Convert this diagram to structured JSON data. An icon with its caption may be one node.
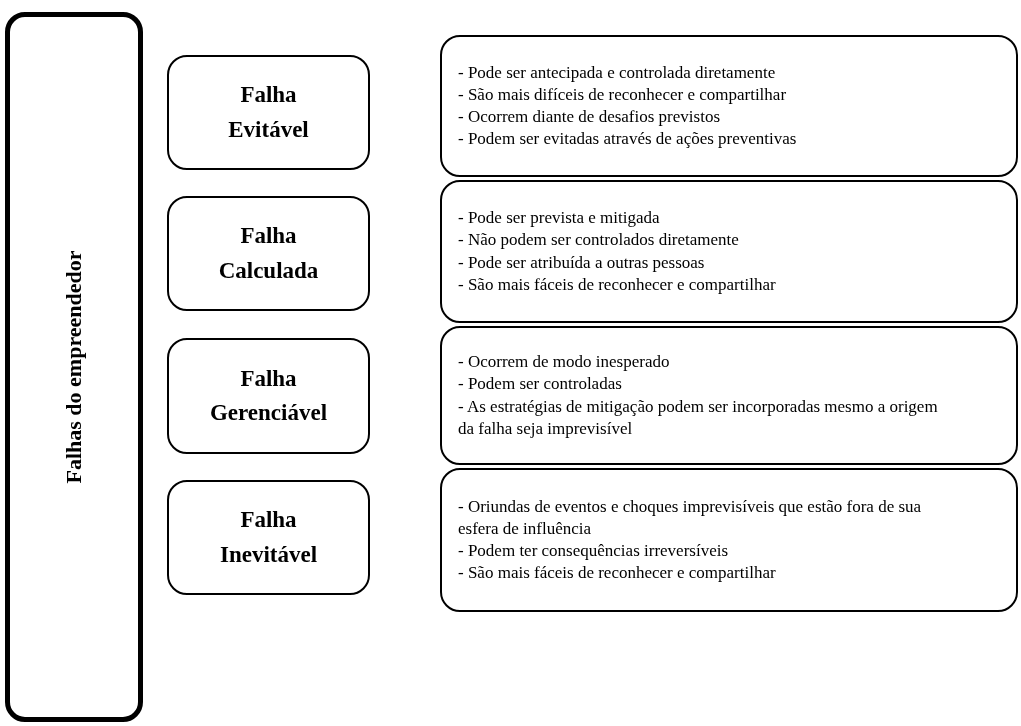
{
  "diagram": {
    "nodes": [
      {
        "text": [
          "Falhas do empreendedor"
        ]
      },
      {
        "text": [
          "Falha Evitável"
        ]
      },
      {
        "text": [
          "Falha Calculada"
        ]
      },
      {
        "text": [
          "Falha Gerenciável"
        ]
      },
      {
        "text": [
          "Falha Inevitável"
        ]
      },
      {
        "text": [
          "- Pode ser antecipada e controlada diretamente",
          "- São mais difíceis de reconhecer e compartilhar",
          "- Ocorrem diante de desafios previstos",
          "- Podem ser evitadas através de ações preventivas"
        ]
      },
      {
        "text": [
          "- Pode ser prevista e mitigada",
          "- Não podem ser controlados diretamente",
          "- Pode ser atribuída a outras pessoas",
          "- São mais fáceis de reconhecer e compartilhar"
        ]
      },
      {
        "text": [
          "- Ocorrem de modo inesperado",
          "- Podem ser controladas",
          "- As estratégias de mitigação podem ser incorporadas mesmo a origem da falha seja imprevisível"
        ]
      },
      {
        "text": [
          "- Oriundas de eventos e choques imprevisíveis que estão fora de sua esfera de influência",
          "- Podem ter consequências irreversíveis",
          "- São mais fáceis de reconhecer e compartilhar"
        ]
      }
    ]
  }
}
